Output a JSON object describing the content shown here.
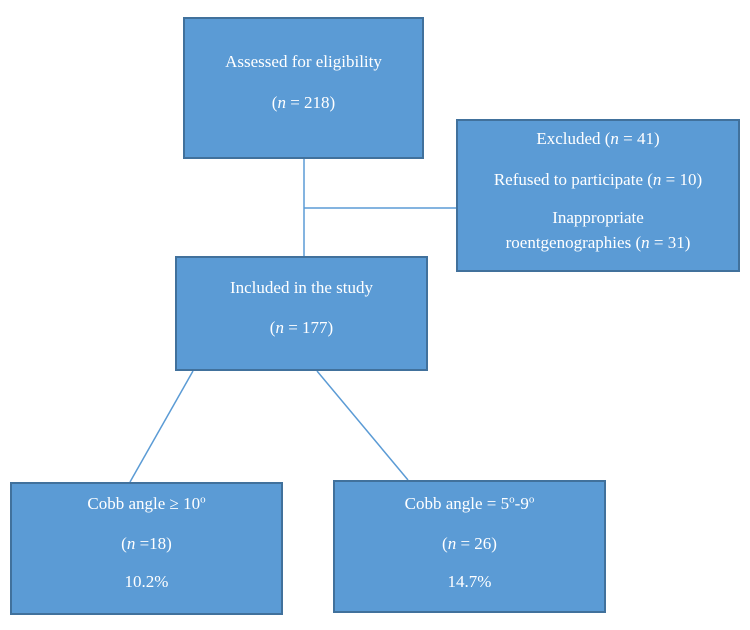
{
  "colors": {
    "box_fill": "#5b9bd5",
    "box_border": "#41719c",
    "box_text": "#ffffff",
    "connector": "#5b9bd5"
  },
  "assessed": {
    "title": "Assessed for eligibility",
    "count_var": "n",
    "count_rest": " = 218)"
  },
  "excluded": {
    "title_prefix": "Excluded (",
    "title_var": "n",
    "title_rest": " = 41)",
    "refused_prefix": "Refused to participate (",
    "refused_var": "n",
    "refused_rest": " = 10)",
    "inappropriate_line1": "Inappropriate",
    "inappropriate_prefix": "roentgenographies (",
    "inappropriate_var": "n",
    "inappropriate_rest": " = 31)"
  },
  "included": {
    "title": "Included in the study",
    "count_var": "n",
    "count_rest": " = 177)"
  },
  "cobb_ge10": {
    "label_prefix": "Cobb  angle ≥ 10",
    "label_sup": "o",
    "count_var": "n",
    "count_rest": " =18)",
    "percent": "10.2%"
  },
  "cobb_5to9": {
    "label_prefix": "Cobb  angle = 5",
    "label_sup1": "o",
    "label_mid": "-9",
    "label_sup2": "o",
    "count_var": "n",
    "count_rest": " = 26)",
    "percent": "14.7%"
  }
}
